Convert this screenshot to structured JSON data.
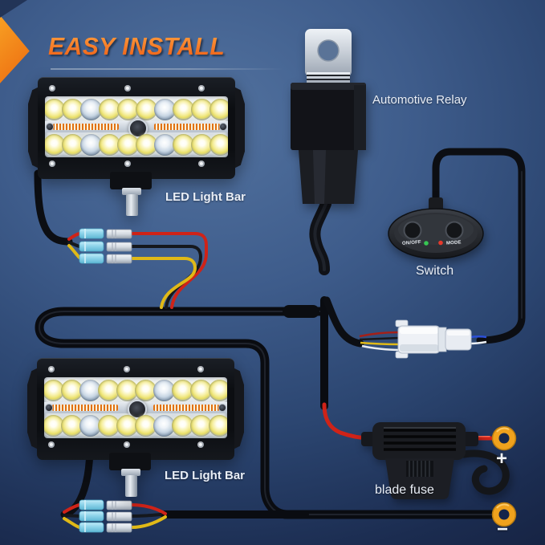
{
  "badge": {
    "title": "EASY INSTALL"
  },
  "labels": {
    "relay": "Automotive Relay",
    "led_bar_top": "LED Light Bar",
    "led_bar_bottom": "LED Light Bar",
    "switch": "Switch",
    "blade_fuse": "blade fuse",
    "positive": "+",
    "negative": "−"
  },
  "switch_panel": {
    "on_off": "ON/OFF",
    "mode": "MODE"
  },
  "led_bar": {
    "rows": 2,
    "leds_per_row": 10
  },
  "colors": {
    "accent_orange": "#f0741a",
    "wire_red": "#cf2318",
    "wire_yellow": "#e0b917",
    "connector_blue": "#8fd4ea",
    "ring_terminal_orange": "#f0a21d",
    "indicator_green": "#37c653",
    "indicator_red": "#e6392b",
    "background_blue": "#3e5c8b"
  }
}
